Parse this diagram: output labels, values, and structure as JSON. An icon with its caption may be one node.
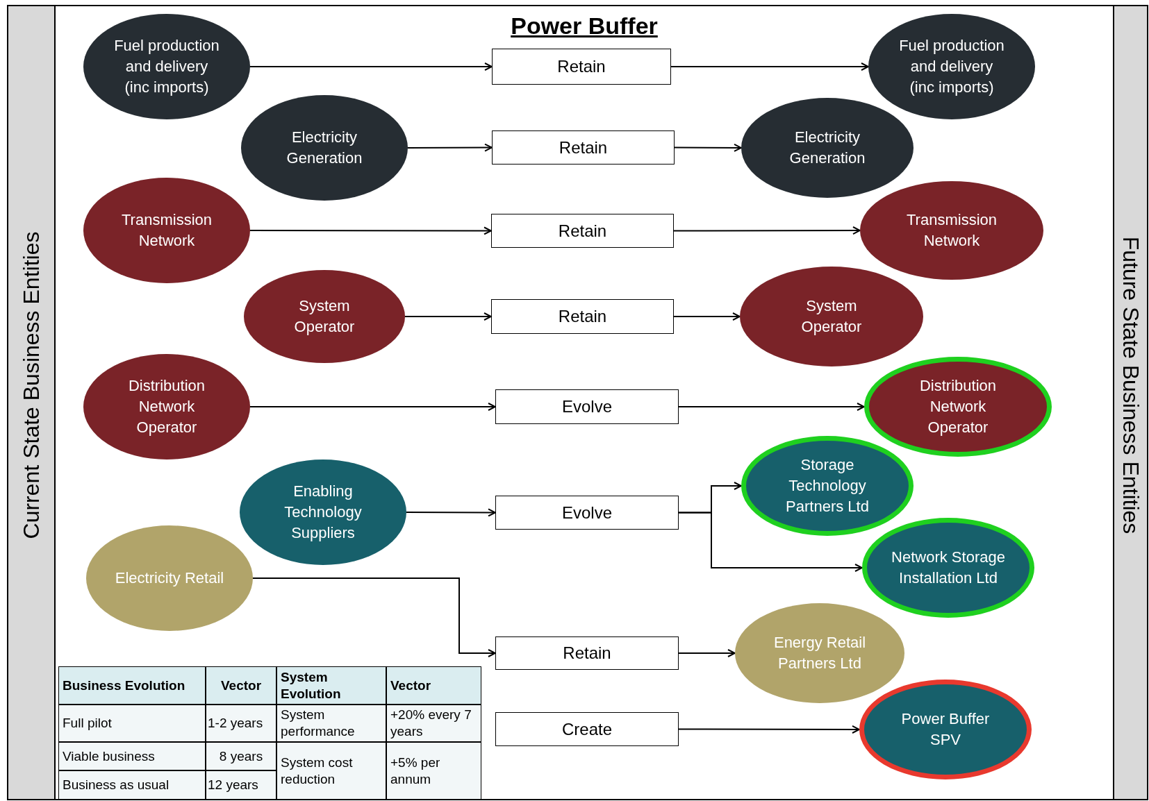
{
  "diagram": {
    "title": "Power Buffer",
    "nodes": [
      {
        "text": [
          "Fuel production and delivery (inc imports)"
        ]
      },
      {
        "text": [
          "Retain"
        ]
      },
      {
        "text": [
          "Fuel production and delivery (inc imports)"
        ]
      },
      {
        "text": [
          "Electricity Generation"
        ]
      },
      {
        "text": [
          "Retain"
        ]
      },
      {
        "text": [
          "Electricity Generation"
        ]
      },
      {
        "text": [
          "Transmission Network"
        ]
      },
      {
        "text": [
          "Retain"
        ]
      },
      {
        "text": [
          "Transmission Network"
        ]
      },
      {
        "text": [
          "System Operator"
        ]
      },
      {
        "text": [
          "Retain"
        ]
      },
      {
        "text": [
          "System Operator"
        ]
      },
      {
        "text": [
          "Distribution Network Operator"
        ]
      },
      {
        "text": [
          "Evolve"
        ]
      },
      {
        "text": [
          "Distribution Network Operator"
        ]
      },
      {
        "text": [
          "Enabling Technology Suppliers"
        ]
      },
      {
        "text": [
          "Evolve"
        ]
      },
      {
        "text": [
          "Storage Technology Partners Ltd"
        ]
      },
      {
        "text": [
          "Network Storage Installation Ltd"
        ]
      },
      {
        "text": [
          "Electricity Retail"
        ]
      },
      {
        "text": [
          "Retain"
        ]
      },
      {
        "text": [
          "Energy Retail Partners Ltd"
        ]
      },
      {
        "text": [
          "Create"
        ]
      },
      {
        "text": [
          "Power Buffer SPV"
        ]
      }
    ],
    "edges": [
      {
        "from": 0,
        "to": 1,
        "arrow": "to"
      },
      {
        "from": 1,
        "to": 2,
        "arrow": "to"
      },
      {
        "from": 3,
        "to": 4,
        "arrow": "to"
      },
      {
        "from": 4,
        "to": 5,
        "arrow": "to"
      },
      {
        "from": 6,
        "to": 7,
        "arrow": "to"
      },
      {
        "from": 7,
        "to": 8,
        "arrow": "to"
      },
      {
        "from": 9,
        "to": 10,
        "arrow": "to"
      },
      {
        "from": 10,
        "to": 11,
        "arrow": "to"
      },
      {
        "from": 12,
        "to": 13,
        "arrow": "to"
      },
      {
        "from": 13,
        "to": 14,
        "arrow": "to"
      },
      {
        "from": 15,
        "to": 16,
        "arrow": "to"
      },
      {
        "from": 16,
        "to": 17,
        "arrow": "to"
      },
      {
        "from": 16,
        "to": 18,
        "arrow": "to"
      },
      {
        "from": 19,
        "to": 20,
        "arrow": "to"
      },
      {
        "from": 20,
        "to": 21,
        "arrow": "to"
      },
      {
        "from": 22,
        "to": 23,
        "arrow": "to"
      }
    ],
    "labels": [
      "Current State Business Entities",
      "Future State Business Entities",
      "Business Evolution",
      "Vector",
      "System Evolution",
      "Vector",
      "Full pilot",
      "1-2 years",
      "System performance",
      "+20% every 7 years",
      "Viable business",
      "8 years",
      "System cost reduction",
      "+5% per annum",
      "Business as usual",
      "12 years"
    ]
  }
}
